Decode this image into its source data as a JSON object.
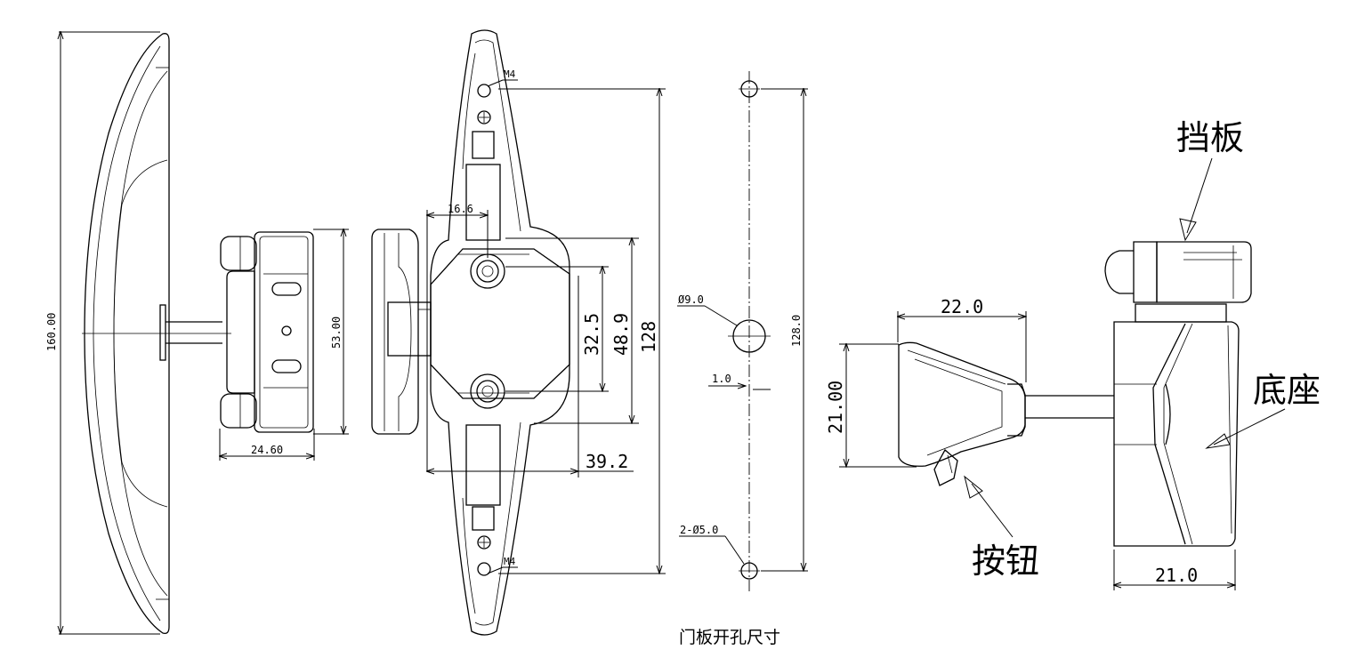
{
  "dimensions": {
    "total_length": "160.00",
    "base_height": "53.00",
    "base_width": "24.60",
    "offset_16": "16.6",
    "hole_spacing_32": "32.5",
    "body_height_48": "48.9",
    "mount_spacing": "128",
    "body_width_39": "39.2",
    "thread_label": "M4",
    "thread_label_bottom": "M4",
    "cutout_diameter": "Ø9.0",
    "cutout_offset": "1.0",
    "cutout_spacing": "128.0",
    "mount_holes": "2-Ø5.0",
    "button_width": "22.0",
    "button_height": "21.00",
    "base_width_side": "21.0"
  },
  "labels": {
    "baffle": "挡板",
    "base": "底座",
    "button": "按钮",
    "cutout_title": "门板开孔尺寸"
  }
}
